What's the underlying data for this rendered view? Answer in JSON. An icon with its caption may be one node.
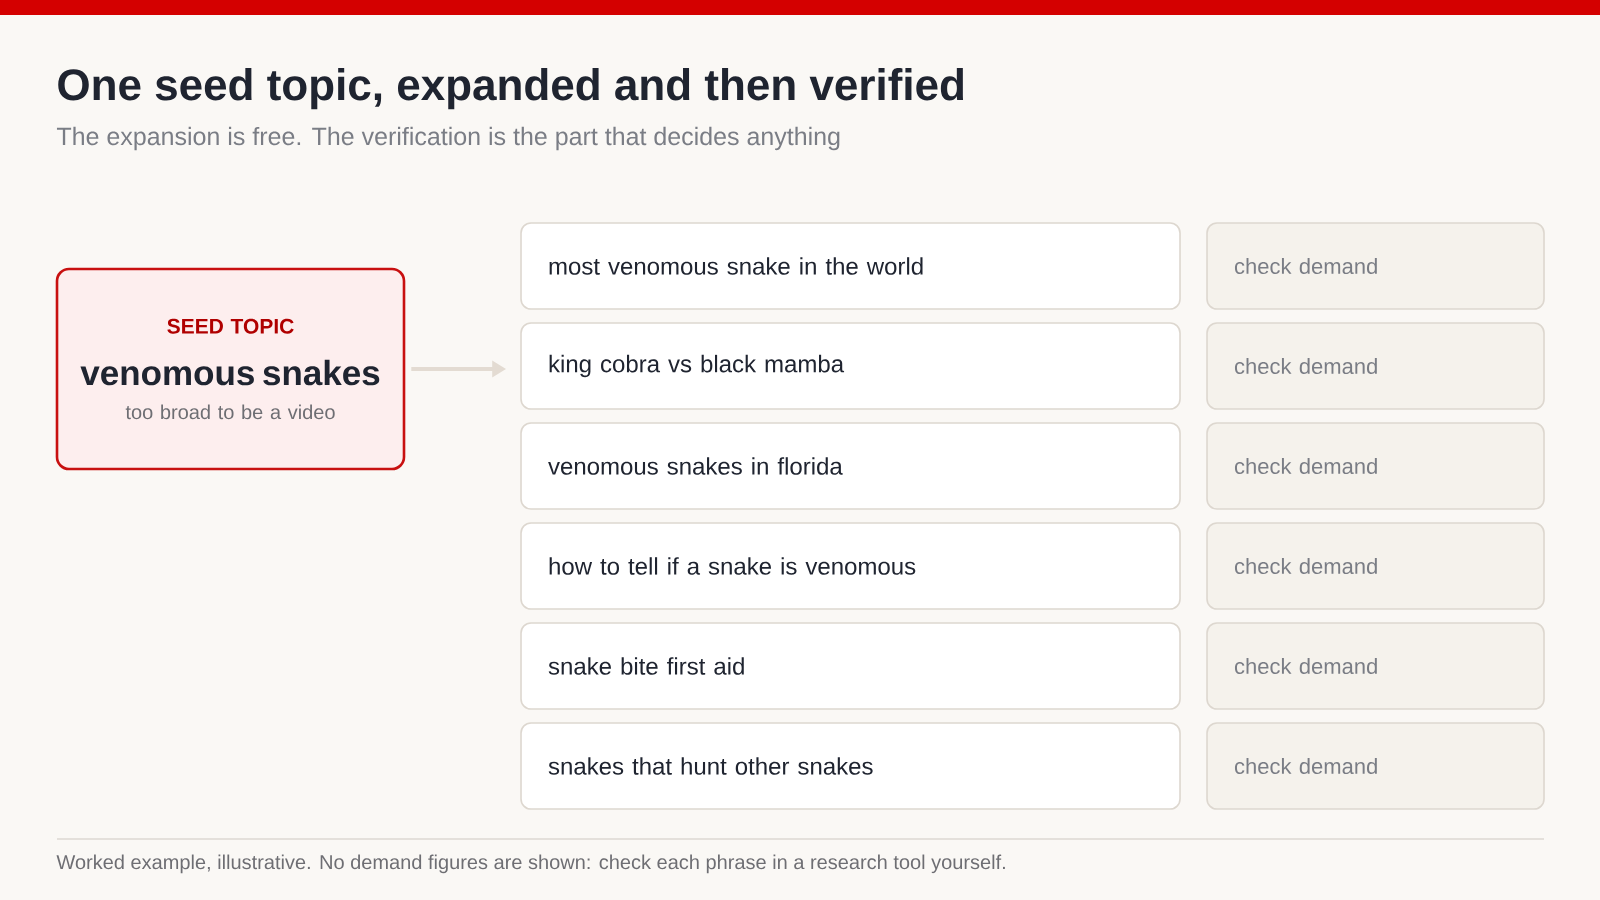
{
  "diagram": {
    "title": "One seed topic, expanded and then verified",
    "caption": "Worked example, illustrative. No demand figures are shown: check each phrase in a research tool yourself.",
    "labels": [
      "The expansion is free. The verification is the part that decides anything"
    ],
    "nodes": [
      {
        "text": [],
        "shape": "bar"
      },
      {
        "text": [
          "SEED TOPIC",
          "venomous snakes",
          "too broad to be a video"
        ]
      },
      {
        "text": [
          "most venomous snake in the world"
        ]
      },
      {
        "text": [
          "king cobra vs black mamba"
        ]
      },
      {
        "text": [
          "venomous snakes in florida"
        ]
      },
      {
        "text": [
          "how to tell if a snake is venomous"
        ]
      },
      {
        "text": [
          "snake bite first aid"
        ]
      },
      {
        "text": [
          "snakes that hunt other snakes"
        ]
      },
      {
        "text": [
          "check demand"
        ]
      },
      {
        "text": [
          "check demand"
        ]
      },
      {
        "text": [
          "check demand"
        ]
      },
      {
        "text": [
          "check demand"
        ]
      },
      {
        "text": [
          "check demand"
        ]
      },
      {
        "text": [
          "check demand"
        ]
      }
    ],
    "edges": [
      {
        "from": 1,
        "to": 3,
        "arrow": "to"
      }
    ]
  }
}
